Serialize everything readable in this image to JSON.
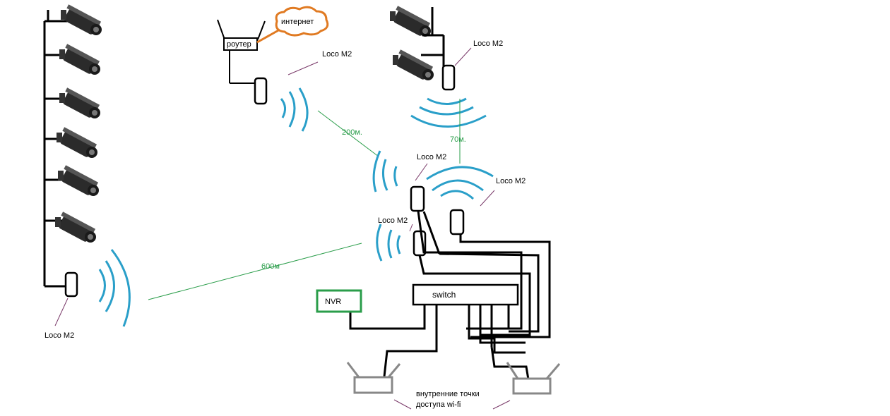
{
  "labels": {
    "router": "роутер",
    "internet": "интернет",
    "switch": "switch",
    "nvr": "NVR",
    "loco_router": "Loco M2",
    "loco_top_right": "Loco M2",
    "loco_center": "Loco M2",
    "loco_right": "Loco M2",
    "loco_mid": "Loco M2",
    "loco_left": "Loco M2",
    "dist_200": "200м.",
    "dist_70": "70м.",
    "dist_600": "600м",
    "wifi_points_line1": "внутренние точки",
    "wifi_points_line2": "доступа wi-fi"
  },
  "colors": {
    "wave": "#2a9fc9",
    "distance": "#2a9d4a",
    "internet_cloud": "#e07a22",
    "nvr_border": "#2a9d4a",
    "ap": "#888888",
    "pointer": "#7a3a6a"
  },
  "icons": [
    "cctv-camera-icon",
    "router-icon",
    "cloud-icon",
    "loco-device-icon",
    "wifi-wave-icon",
    "access-point-icon"
  ]
}
